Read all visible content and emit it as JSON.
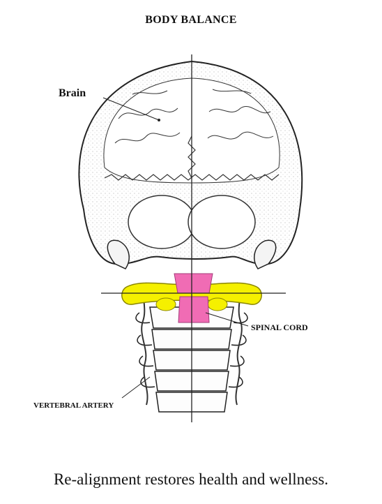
{
  "title": "BODY BALANCE",
  "labels": {
    "brain": "Brain",
    "spinal_cord": "SPINAL CORD",
    "vertebral_artery": "VERTEBRAL ARTERY"
  },
  "caption": "Re-alignment restores health and wellness.",
  "colors": {
    "atlas_highlight": "#f5f000",
    "axis_highlight": "#f06cb4",
    "bone_outline": "#222222"
  }
}
